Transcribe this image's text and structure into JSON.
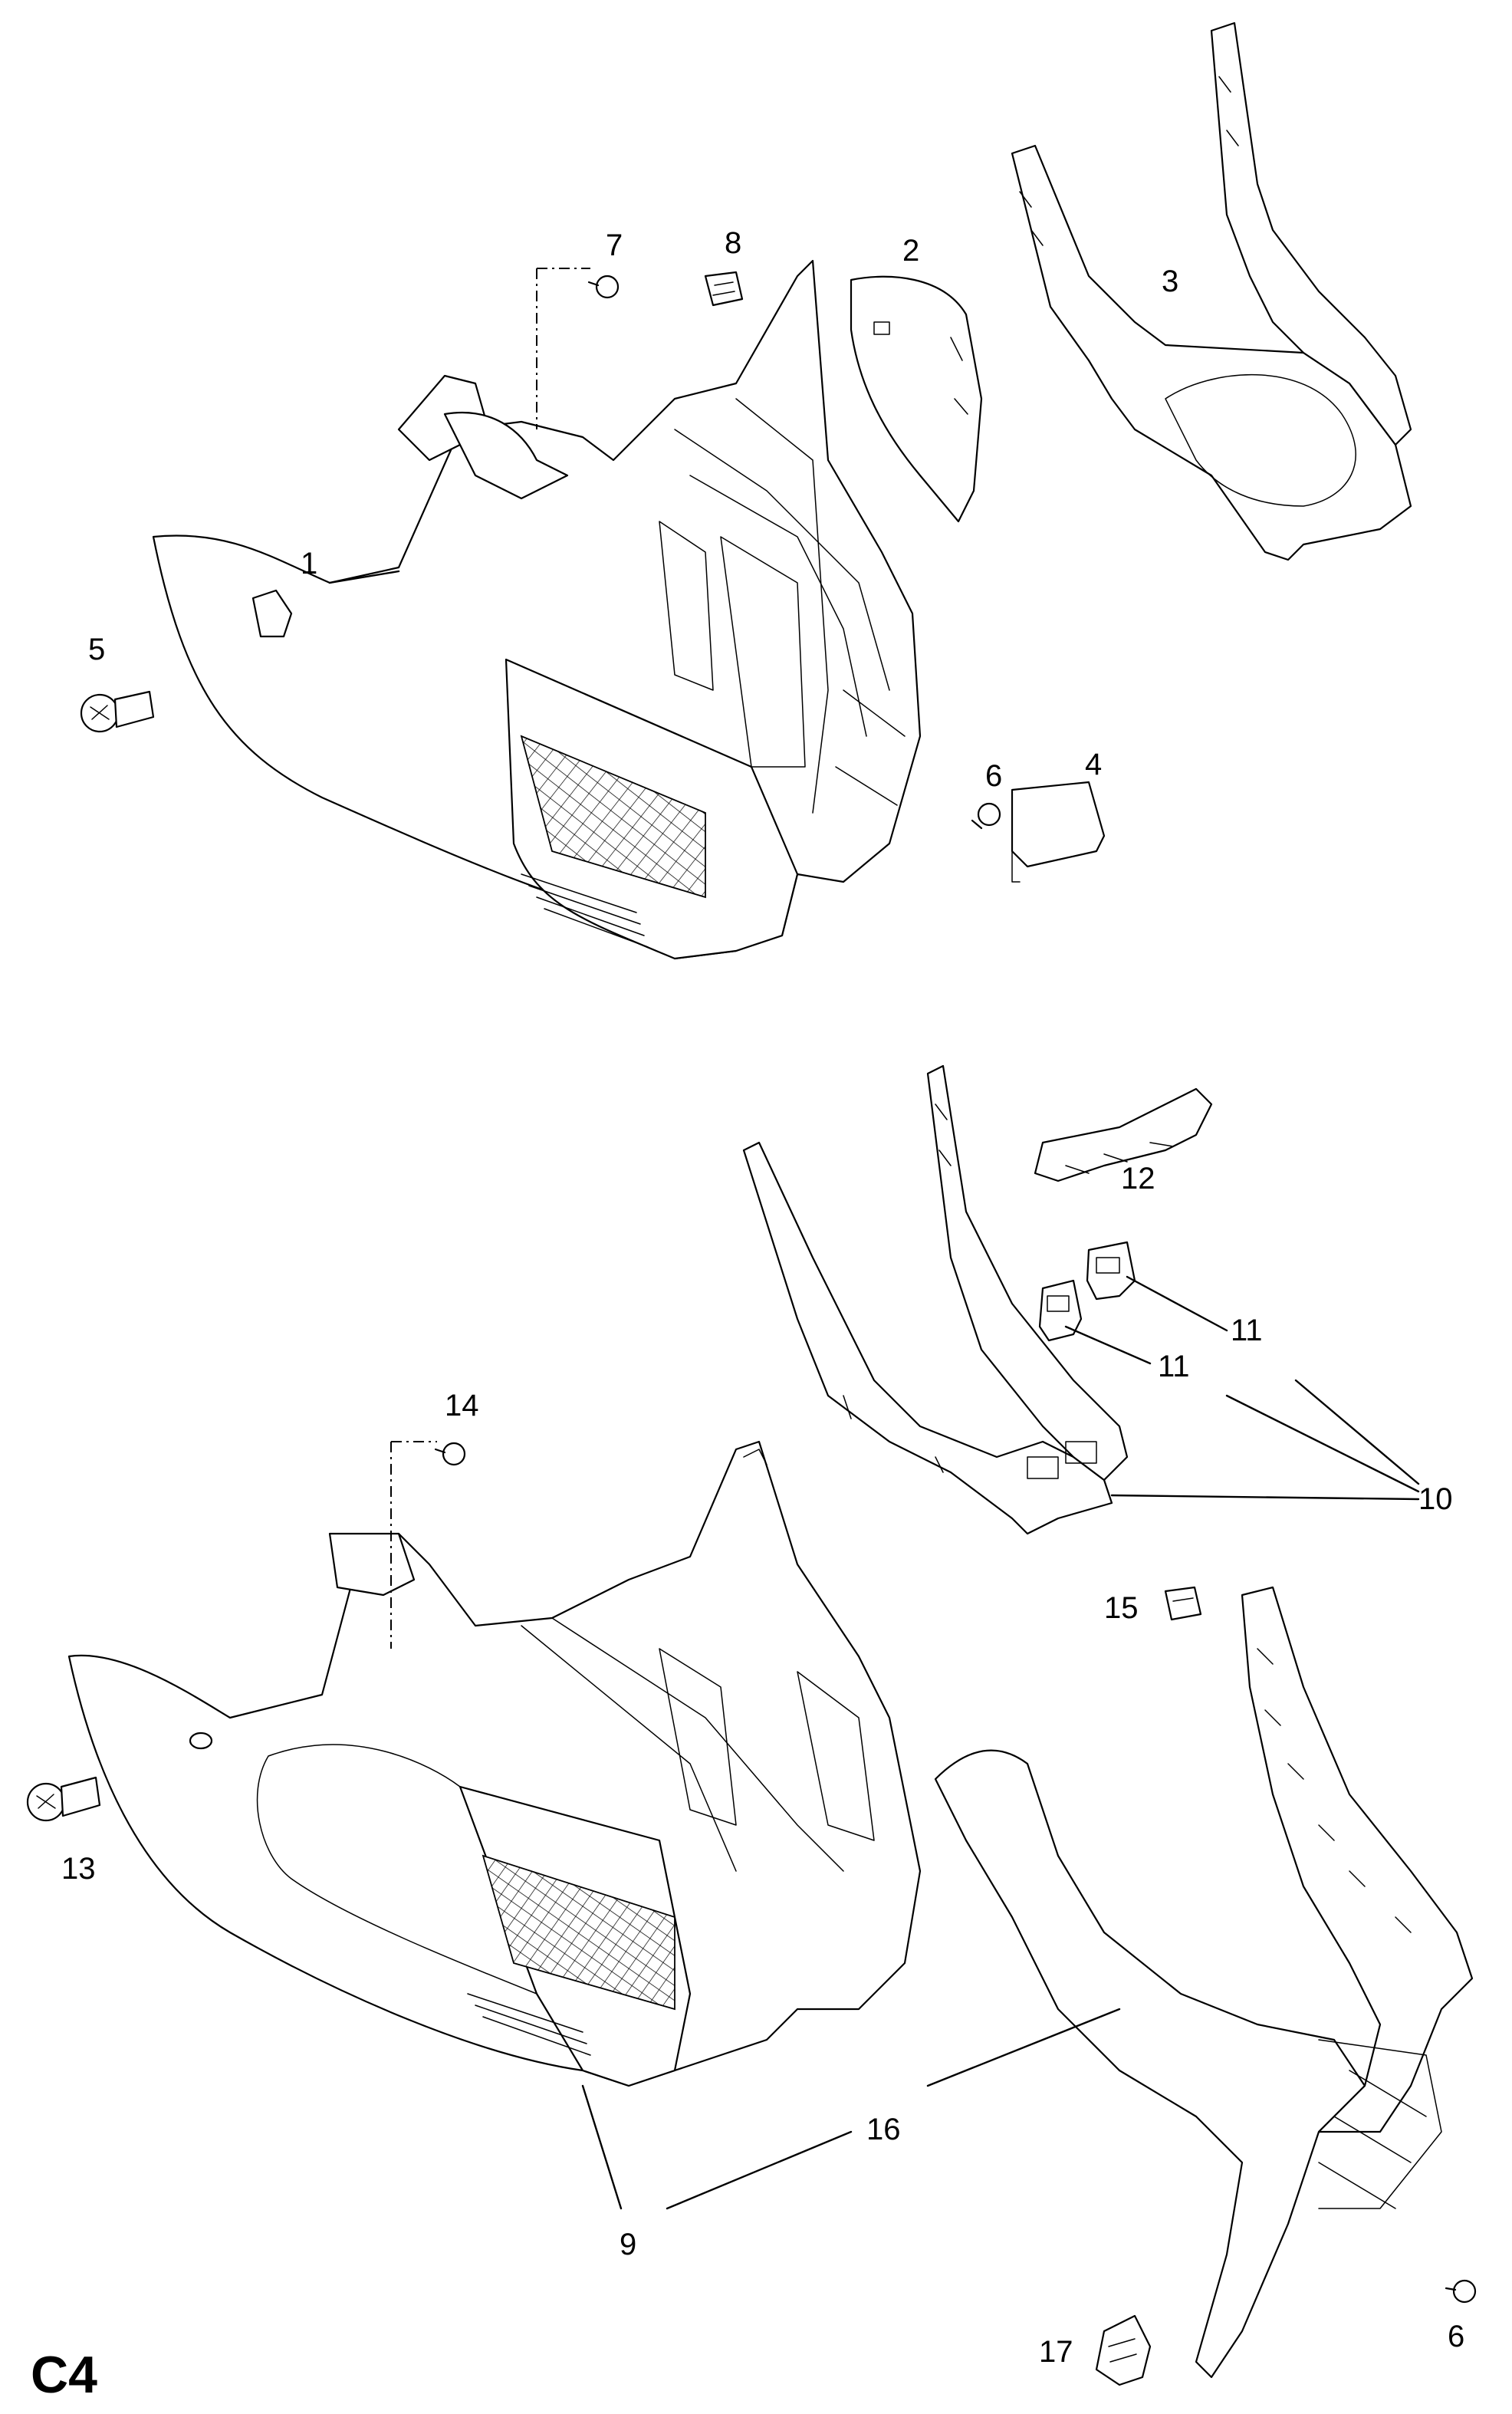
{
  "section_label": "C4",
  "callouts": [
    "1",
    "2",
    "3",
    "4",
    "5",
    "6",
    "7",
    "8",
    "9",
    "10",
    "11",
    "12",
    "13",
    "14",
    "15",
    "16",
    "17"
  ]
}
